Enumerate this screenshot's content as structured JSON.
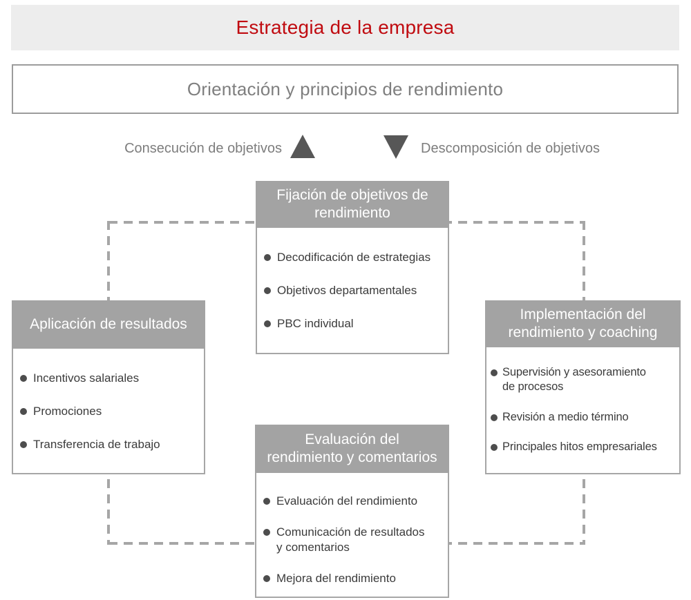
{
  "banner": {
    "title": "Estrategia de la empresa"
  },
  "principles": {
    "title": "Orientación y principios de rendimiento"
  },
  "flow": {
    "up_label": "Consecución de objetivos",
    "down_label": "Descomposición de objetivos",
    "up_icon": "up-triangle-icon",
    "down_icon": "down-triangle-icon"
  },
  "boxes": {
    "goal_setting": {
      "title": "Fijación de objetivos de\nrendimiento",
      "items": [
        "Decodificación de estrategias",
        "Objetivos departamentales",
        "PBC individual"
      ]
    },
    "results": {
      "title": "Aplicación de resultados",
      "items": [
        "Incentivos salariales",
        "Promociones",
        "Transferencia de trabajo"
      ]
    },
    "implementation": {
      "title": "Implementación del\nrendimiento y coaching",
      "items": [
        "Supervisión y asesoramiento\nde procesos",
        "Revisión a medio término",
        "Principales hitos empresariales"
      ]
    },
    "evaluation": {
      "title": "Evaluación del\nrendimiento y comentarios",
      "items": [
        "Evaluación del rendimiento",
        "Comunicación de resultados\ny comentarios",
        "Mejora del rendimiento"
      ]
    }
  },
  "colors": {
    "banner_bg": "#ededed",
    "title_red": "#c00b10",
    "header_gray": "#a3a3a3",
    "border_gray": "#a6a6a6",
    "dash_gray": "#a6a6a6",
    "label_gray": "#7d7d7d",
    "triangle_gray": "#575757",
    "body_text": "#3b3b3b",
    "bullet_gray": "#4d4d4d"
  }
}
